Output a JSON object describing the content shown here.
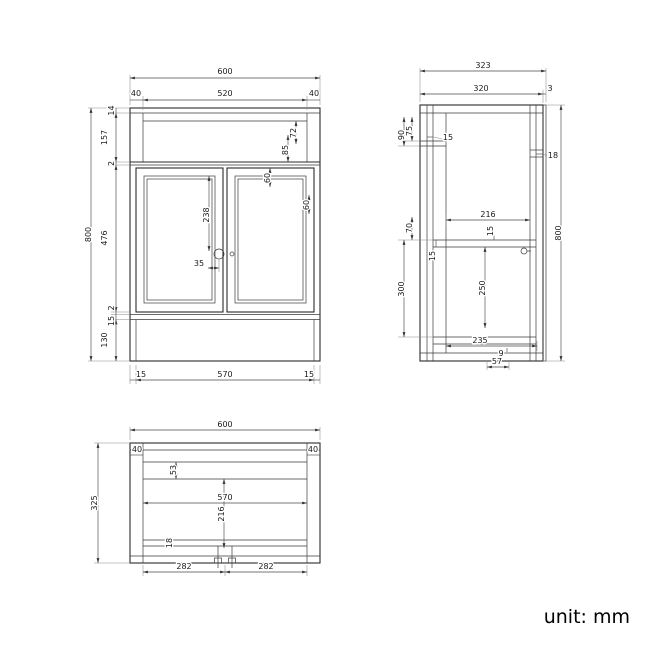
{
  "note": "unit: mm",
  "front_view": {
    "width_total": "600",
    "top_segments": [
      "40",
      "520",
      "40"
    ],
    "left_chain": [
      "14",
      "157",
      "2",
      "476",
      "2",
      "15",
      "130"
    ],
    "height_total": "800",
    "basin_lip": "72",
    "apron": "85",
    "door_top_left": "60",
    "door_top_right": "60",
    "door_panel": "238",
    "knob_offset": "35",
    "bottom_segments": [
      "15",
      "570",
      "15"
    ]
  },
  "side_view": {
    "width_total": "323",
    "top_segments": [
      "320",
      "3"
    ],
    "rail_75": "75",
    "rail_90": "90",
    "panel_15": "15",
    "shelf_70": "70",
    "shelf_15": "15",
    "lower_300": "300",
    "inner_216": "216",
    "inner_15": "15",
    "inner_250": "250",
    "inner_235": "235",
    "base_9": "9",
    "base_57": "57",
    "side_18": "18",
    "height_total": "800"
  },
  "plan_view": {
    "width_total": "600",
    "side_left": "40",
    "side_right": "40",
    "back_rail": "53",
    "inner_width": "570",
    "inner_depth": "216",
    "front_rail": "18",
    "depth_total": "325",
    "bottom_segments": [
      "282",
      "282"
    ]
  }
}
